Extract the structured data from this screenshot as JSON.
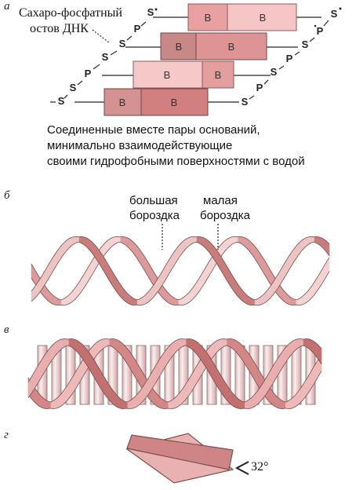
{
  "panels": {
    "a": "а",
    "b": "б",
    "c": "в",
    "d": "г"
  },
  "panel_a": {
    "backbone_label_line1": "Сахаро-фосфатный",
    "backbone_label_line2": "остов ДНК",
    "base_letter": "B",
    "sugar": "S",
    "phosphate": "P",
    "caption_line1": "Соединенные вместе пары оснований,",
    "caption_line2": "минимально взаимодействующие",
    "caption_line3": "своими гидрофобными поверхностями с водой"
  },
  "panel_b": {
    "major_groove_line1": "большая",
    "major_groove_line2": "бороздка",
    "minor_groove_line1": "малая",
    "minor_groove_line2": "бороздка"
  },
  "panel_d": {
    "angle": "32°"
  },
  "colors": {
    "base_light": "#f3b8b8",
    "base_dark": "#d98a8a",
    "ribbon": "#d98e8e",
    "ribbon_dark": "#b86f6f",
    "rung": "#f1dede"
  }
}
